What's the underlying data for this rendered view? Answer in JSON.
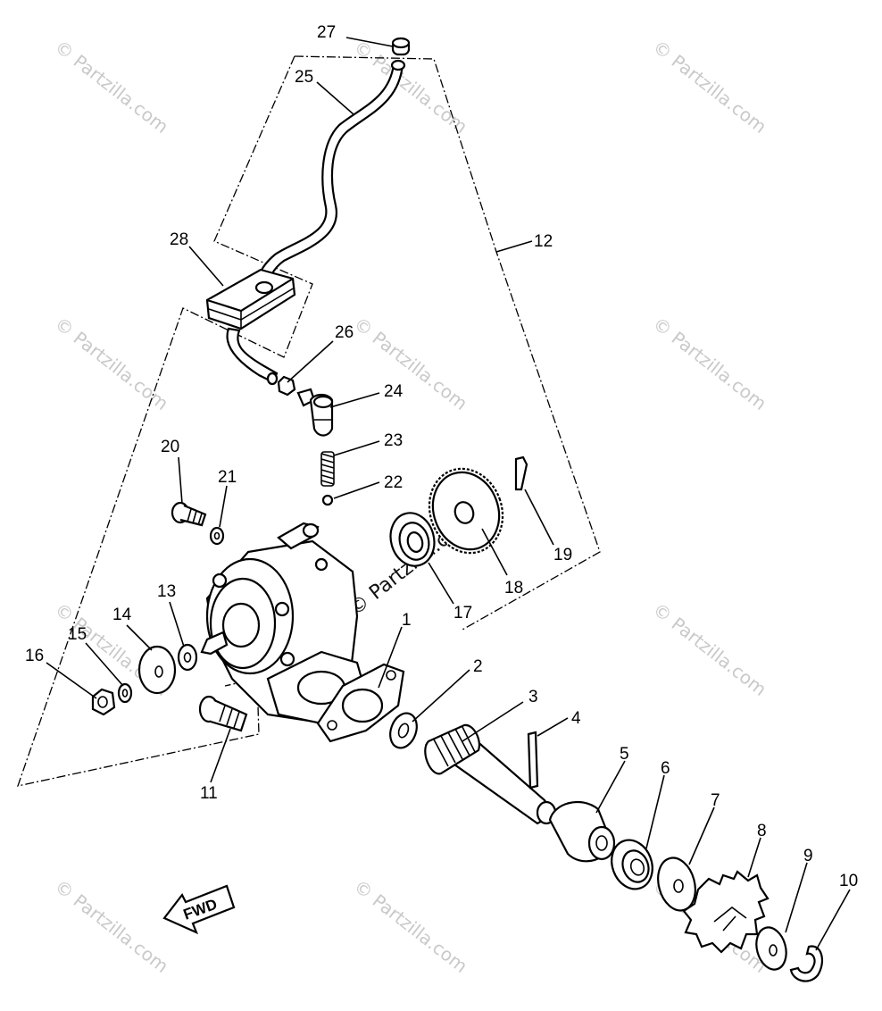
{
  "watermark": {
    "text": "© Partzilla.com"
  },
  "direction_marker": {
    "label": "FWD"
  },
  "callouts": [
    "27",
    "25",
    "28",
    "12",
    "26",
    "24",
    "23",
    "22",
    "20",
    "21",
    "19",
    "18",
    "17",
    "13",
    "14",
    "15",
    "16",
    "1",
    "2",
    "3",
    "4",
    "11",
    "5",
    "6",
    "7",
    "8",
    "9",
    "10"
  ]
}
